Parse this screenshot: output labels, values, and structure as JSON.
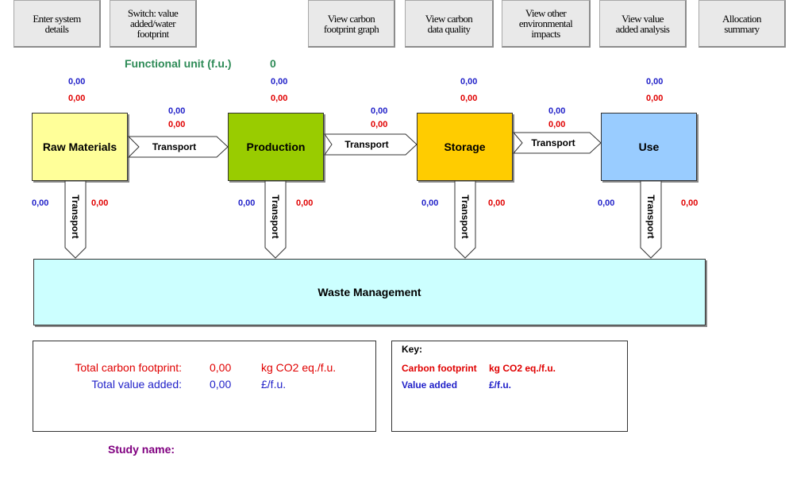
{
  "buttons": [
    {
      "label": "Enter system\ndetails"
    },
    {
      "label": "Switch: value\nadded/water\nfootprint"
    },
    {
      "label": "View carbon\nfootprint graph"
    },
    {
      "label": "View carbon\ndata quality"
    },
    {
      "label": "View other\nenvironmental\nimpacts"
    },
    {
      "label": "View value\nadded analysis"
    },
    {
      "label": "Allocation\nsummary"
    }
  ],
  "functional_unit": {
    "label": "Functional unit (f.u.)",
    "value": "0"
  },
  "stages": [
    {
      "name": "Raw Materials",
      "value_added": "0,00",
      "carbon": "0,00",
      "color": "#ffff99",
      "waste_value_added": "0,00",
      "waste_carbon": "0,00"
    },
    {
      "name": "Production",
      "value_added": "0,00",
      "carbon": "0,00",
      "color": "#99cc00",
      "waste_value_added": "0,00",
      "waste_carbon": "0,00"
    },
    {
      "name": "Storage",
      "value_added": "0,00",
      "carbon": "0,00",
      "color": "#ffcc00",
      "waste_value_added": "0,00",
      "waste_carbon": "0,00"
    },
    {
      "name": "Use",
      "value_added": "0,00",
      "carbon": "0,00",
      "color": "#99ccff",
      "waste_value_added": "0,00",
      "waste_carbon": "0,00"
    }
  ],
  "transports": [
    {
      "label": "Transport",
      "value_added": "0,00",
      "carbon": "0,00"
    },
    {
      "label": "Transport",
      "value_added": "0,00",
      "carbon": "0,00"
    },
    {
      "label": "Transport",
      "value_added": "0,00",
      "carbon": "0,00"
    }
  ],
  "waste_transport_label": "Transport",
  "waste_management": {
    "label": "Waste Management"
  },
  "totals": {
    "carbon_label": "Total carbon footprint:",
    "carbon_value": "0,00",
    "carbon_unit": "kg CO2 eq./f.u.",
    "value_label": "Total value added:",
    "value_value": "0,00",
    "value_unit": "£/f.u."
  },
  "key": {
    "title": "Key:",
    "carbon_label": "Carbon footprint",
    "carbon_unit": "kg CO2 eq./f.u.",
    "value_label": "Value added",
    "value_unit": "£/f.u."
  },
  "study": {
    "label": "Study name:"
  },
  "colors": {
    "blue": "#1f1fc8",
    "red": "#e00000",
    "green": "#2e8b57",
    "purple": "#800080",
    "waste_bg": "#ccffff"
  }
}
